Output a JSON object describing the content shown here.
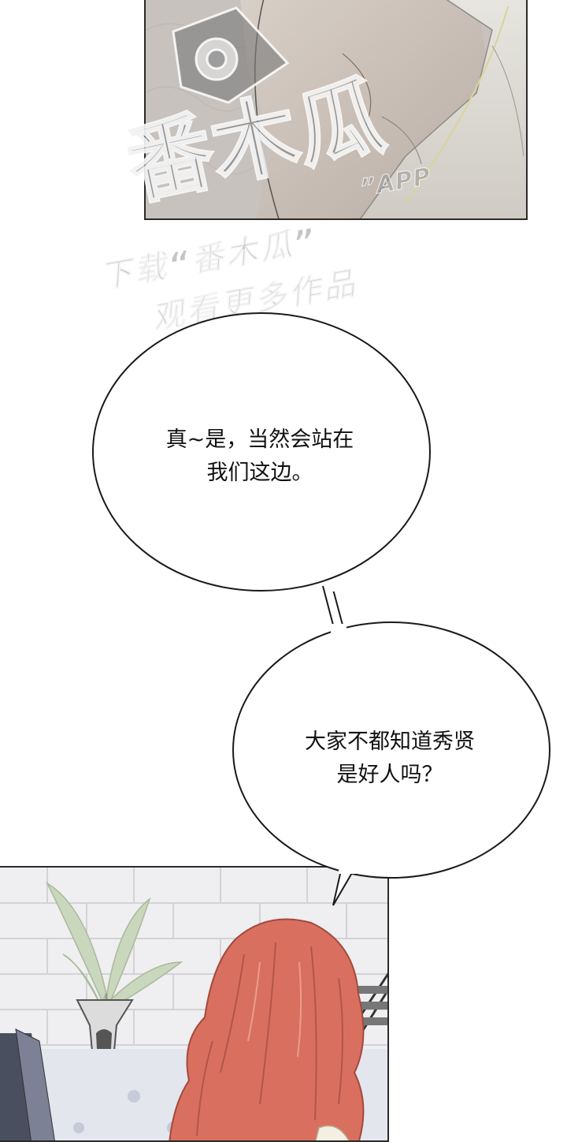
{
  "watermark": {
    "logo_text": "番木瓜",
    "app_line": "”APP",
    "line1": "下载“番木瓜”",
    "line2": "观看更多作品",
    "color": "#9a9a9a"
  },
  "speech_bubbles": [
    {
      "lines": [
        "真~是，当然会站在",
        "我们这边。"
      ]
    },
    {
      "lines": [
        "大家不都知道秀贤",
        "是好人吗？"
      ]
    }
  ],
  "colors": {
    "background": "#ffffff",
    "panel_border": "#2a2a2a",
    "hair": "#d9705f",
    "tile_wall": "#f2f1f3",
    "top_panel_tone": "#cfc9c4"
  }
}
